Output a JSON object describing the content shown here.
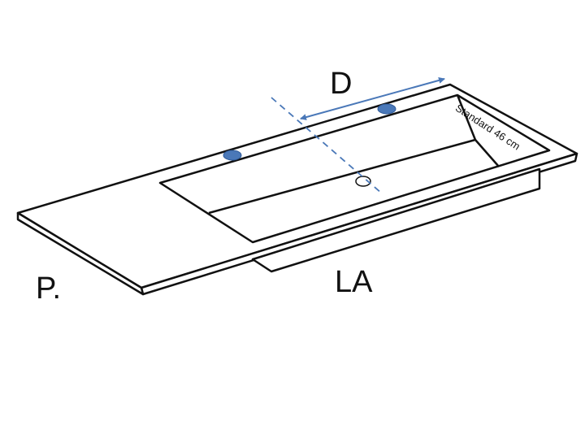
{
  "labels": {
    "depth": "D",
    "width": "LA",
    "depth_note": "Standard 46 cm",
    "side": "P."
  },
  "colors": {
    "outline": "#111111",
    "accent": "#4a78b8",
    "tap_hole_fill": "#4a78b8",
    "background": "#ffffff"
  }
}
